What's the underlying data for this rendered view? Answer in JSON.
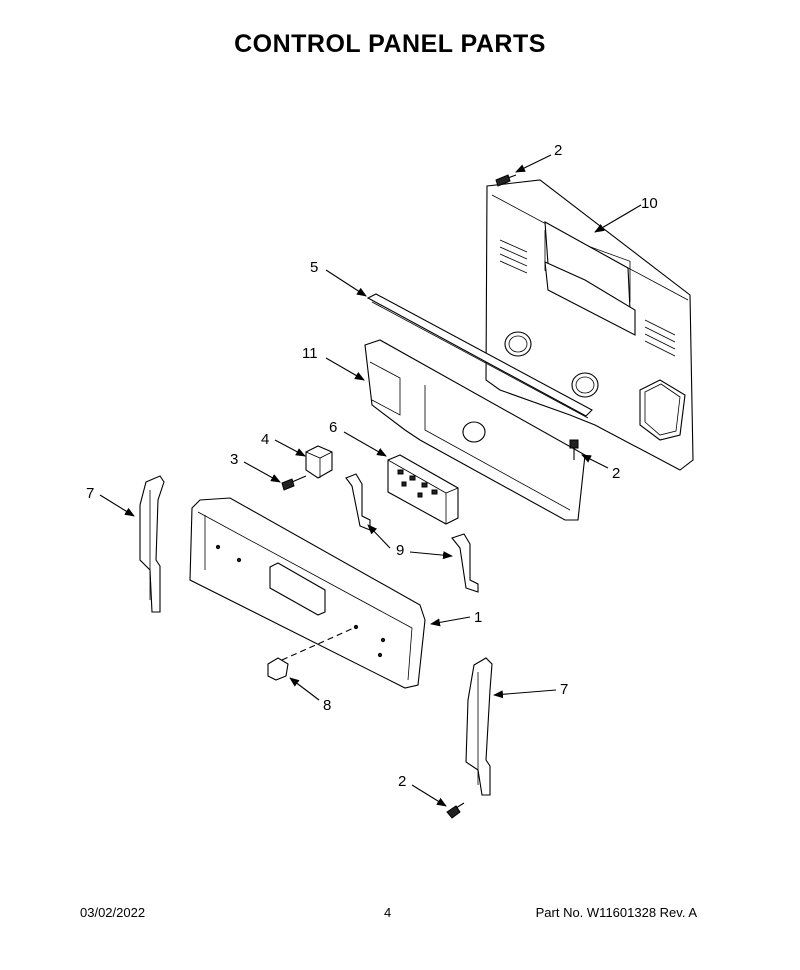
{
  "title": "CONTROL PANEL PARTS",
  "callouts": [
    {
      "id": "c2a",
      "label": "2"
    },
    {
      "id": "c10",
      "label": "10"
    },
    {
      "id": "c5",
      "label": "5"
    },
    {
      "id": "c11",
      "label": "11"
    },
    {
      "id": "c4",
      "label": "4"
    },
    {
      "id": "c6",
      "label": "6"
    },
    {
      "id": "c3",
      "label": "3"
    },
    {
      "id": "c2b",
      "label": "2"
    },
    {
      "id": "c7a",
      "label": "7"
    },
    {
      "id": "c9",
      "label": "9"
    },
    {
      "id": "c1",
      "label": "1"
    },
    {
      "id": "c8",
      "label": "8"
    },
    {
      "id": "c7b",
      "label": "7"
    },
    {
      "id": "c2c",
      "label": "2"
    }
  ],
  "footer": {
    "date": "03/02/2022",
    "page": "4",
    "part_number": "Part No.  W11601328  Rev.  A"
  }
}
